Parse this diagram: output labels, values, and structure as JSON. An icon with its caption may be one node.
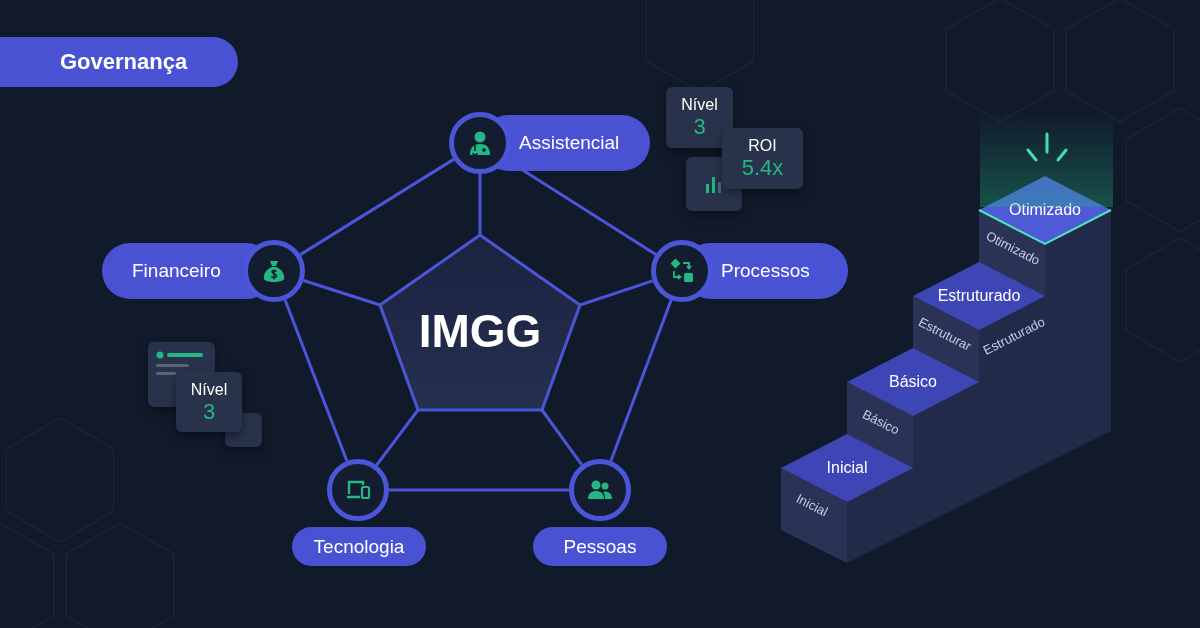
{
  "diagram": {
    "title": "Governança",
    "nodes": [
      {
        "text": [
          "IMGG"
        ]
      },
      {
        "text": [
          "Assistencial"
        ]
      },
      {
        "text": [
          "Financeiro"
        ]
      },
      {
        "text": [
          "Processos"
        ]
      },
      {
        "text": [
          "Tecnologia"
        ]
      },
      {
        "text": [
          "Pessoas"
        ]
      },
      {
        "text": [
          "Nível",
          "3"
        ]
      },
      {
        "text": [
          "ROI",
          "5.4x"
        ]
      },
      {
        "text": [
          "Nível",
          "3"
        ]
      },
      {
        "text": [
          "Inicial",
          "Inicial"
        ]
      },
      {
        "text": [
          "Básico",
          "Básico"
        ]
      },
      {
        "text": [
          "Estruturado",
          "Estruturar",
          "Estruturado"
        ]
      },
      {
        "text": [
          "Otimizado",
          "Otimizado"
        ]
      }
    ],
    "edges": [
      {
        "from": 0,
        "to": 1,
        "arrow": "none"
      },
      {
        "from": 0,
        "to": 2,
        "arrow": "none"
      },
      {
        "from": 0,
        "to": 3,
        "arrow": "none"
      },
      {
        "from": 0,
        "to": 4,
        "arrow": "none"
      },
      {
        "from": 0,
        "to": 5,
        "arrow": "none"
      },
      {
        "from": 1,
        "to": 3,
        "arrow": "none"
      },
      {
        "from": 3,
        "to": 5,
        "arrow": "none"
      },
      {
        "from": 5,
        "to": 4,
        "arrow": "none"
      },
      {
        "from": 4,
        "to": 2,
        "arrow": "none"
      },
      {
        "from": 2,
        "to": 1,
        "arrow": "none"
      }
    ]
  }
}
